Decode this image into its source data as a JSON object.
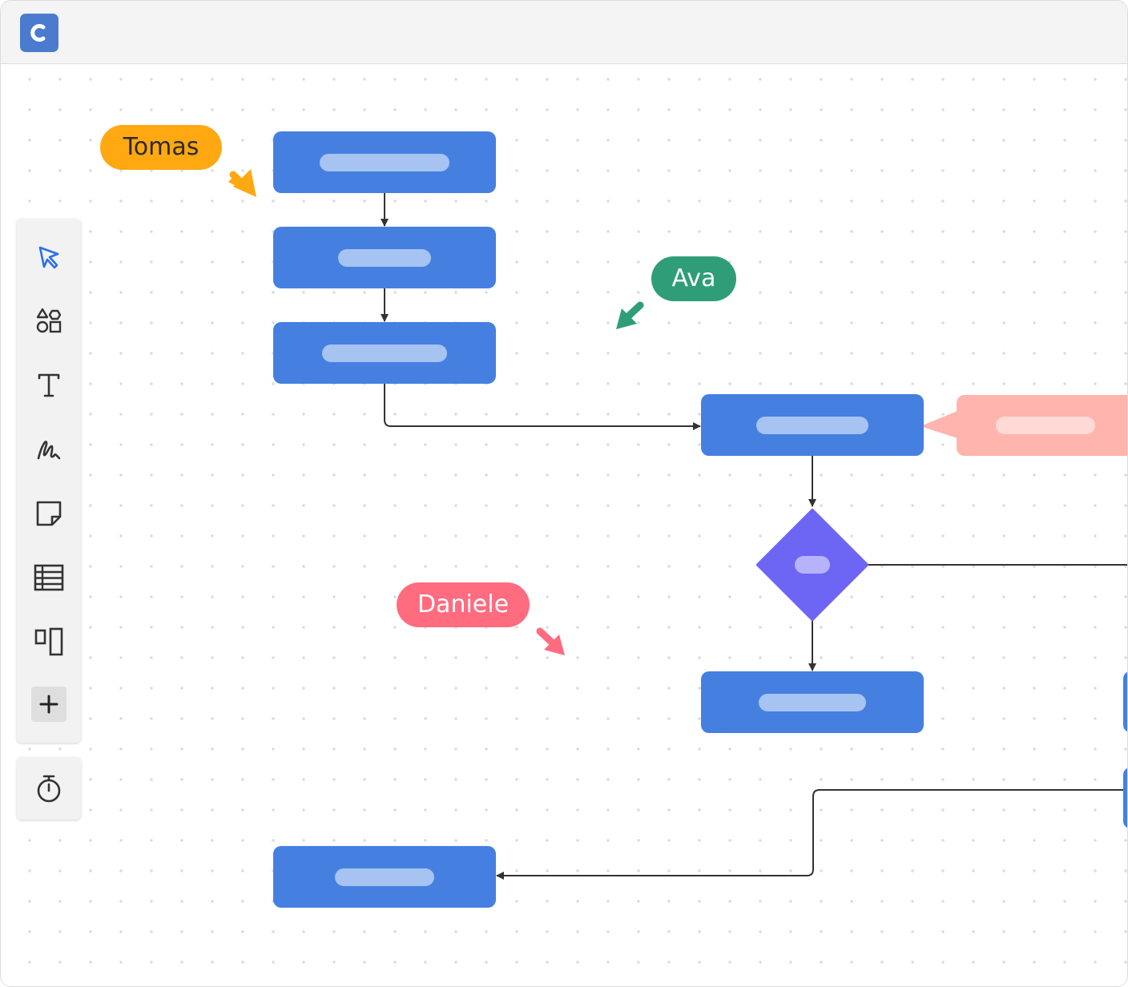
{
  "app": {
    "logo_icon": "c-logo-icon",
    "logo_color": "#4a7bcf"
  },
  "toolbar": {
    "tools": [
      {
        "name": "select-tool",
        "icon": "pointer-icon",
        "active": true
      },
      {
        "name": "shapes-tool",
        "icon": "shapes-icon"
      },
      {
        "name": "text-tool",
        "icon": "text-icon"
      },
      {
        "name": "draw-tool",
        "icon": "pen-scribble-icon"
      },
      {
        "name": "sticky-note-tool",
        "icon": "sticky-note-icon"
      },
      {
        "name": "table-tool",
        "icon": "table-icon"
      },
      {
        "name": "frame-tool",
        "icon": "frames-icon"
      },
      {
        "name": "more-tool",
        "icon": "plus-icon"
      }
    ],
    "secondary": [
      {
        "name": "timer-tool",
        "icon": "stopwatch-icon"
      }
    ]
  },
  "collaborators": [
    {
      "name": "Tomas",
      "color": "#ffa812",
      "text_color": "#2b2b2b"
    },
    {
      "name": "Ava",
      "color": "#2f9e78",
      "text_color": "#ffffff"
    },
    {
      "name": "Daniele",
      "color": "#ff6b7f",
      "text_color": "#ffffff"
    }
  ],
  "colors": {
    "node": "#4580e1",
    "node_placeholder": "#a6c3f2",
    "decision": "#6d66f5",
    "decision_placeholder": "#b7b3fa",
    "comment_note": "#ffb4ad",
    "connector": "#333333",
    "canvas_dots": "#d9dde3"
  }
}
